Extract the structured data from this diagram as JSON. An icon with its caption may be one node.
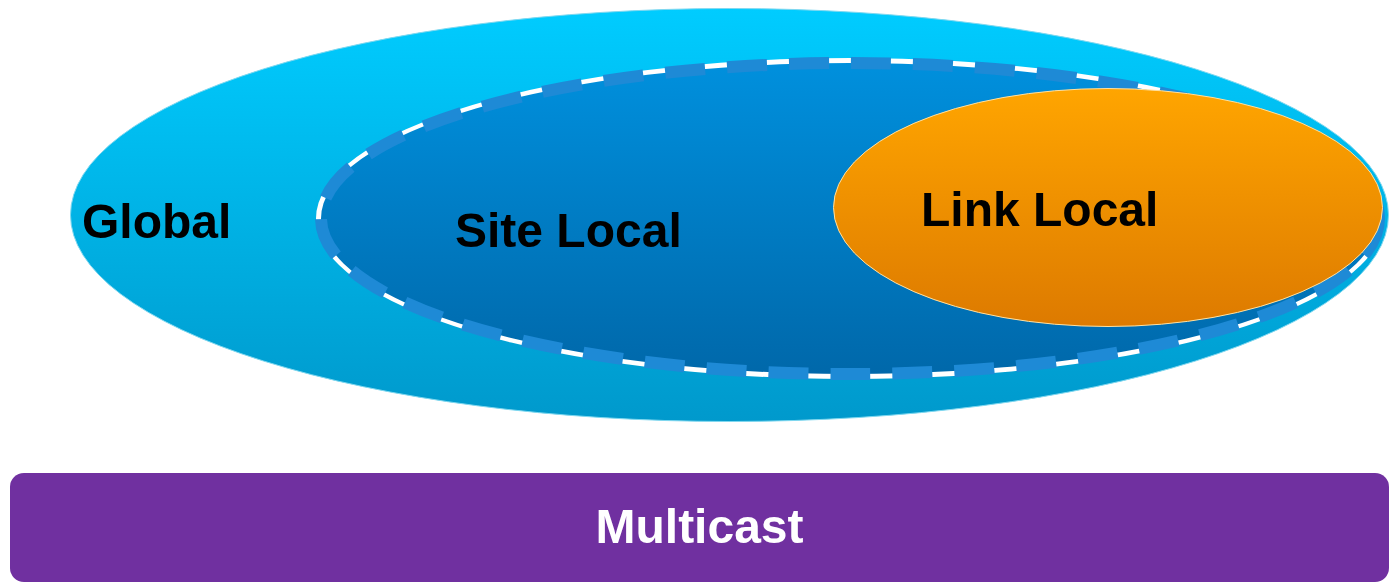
{
  "diagram": {
    "nodes": [
      {
        "text": [
          "Global"
        ]
      },
      {
        "text": [
          "Site Local"
        ],
        "in": 0
      },
      {
        "text": [
          "Link Local"
        ],
        "in": 1
      },
      {
        "text": [
          "Multicast"
        ]
      }
    ],
    "edges": []
  }
}
